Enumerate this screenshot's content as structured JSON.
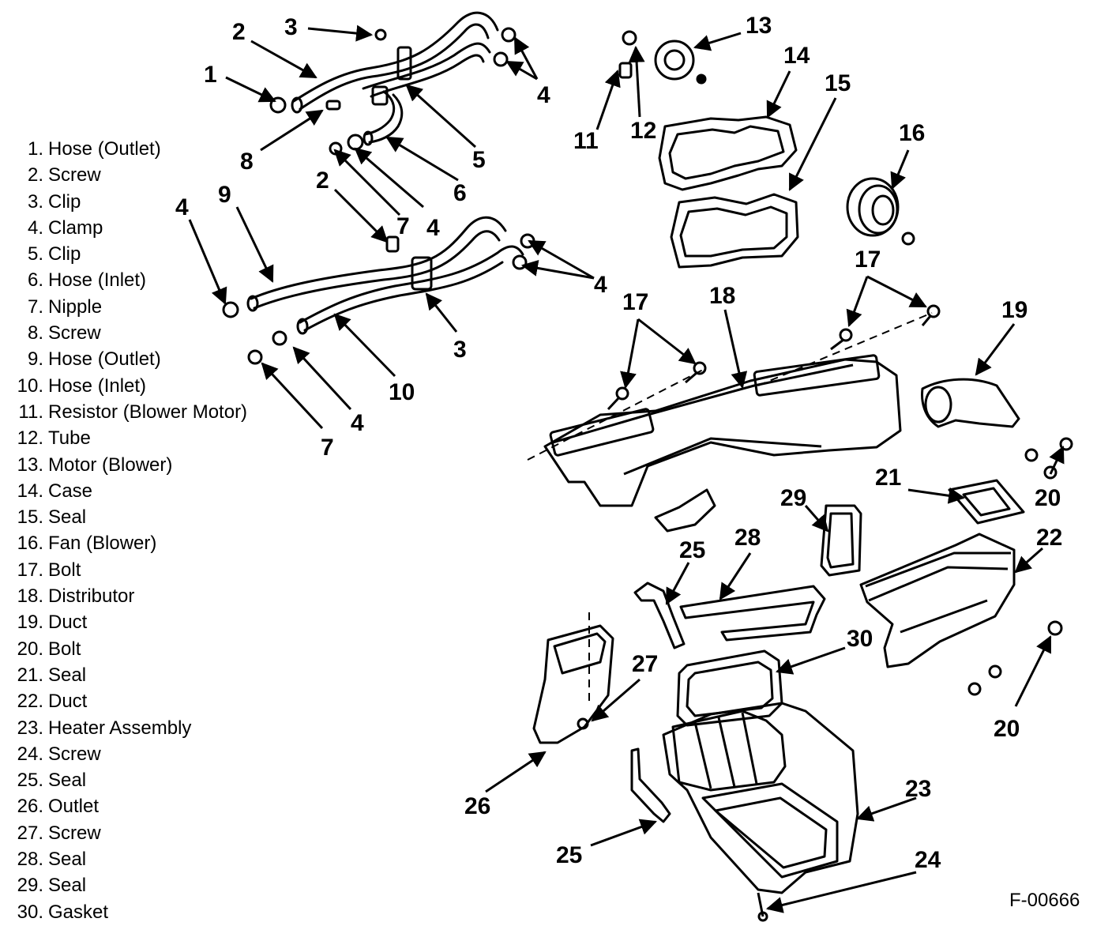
{
  "legend": [
    {
      "num": "1.",
      "text": "Hose (Outlet)"
    },
    {
      "num": "2.",
      "text": "Screw"
    },
    {
      "num": "3.",
      "text": "Clip"
    },
    {
      "num": "4.",
      "text": "Clamp"
    },
    {
      "num": "5.",
      "text": "Clip"
    },
    {
      "num": "6.",
      "text": "Hose (Inlet)"
    },
    {
      "num": "7.",
      "text": "Nipple"
    },
    {
      "num": "8.",
      "text": "Screw"
    },
    {
      "num": "9.",
      "text": "Hose (Outlet)"
    },
    {
      "num": "10.",
      "text": "Hose (Inlet)"
    },
    {
      "num": "11.",
      "text": "Resistor (Blower Motor)"
    },
    {
      "num": "12.",
      "text": "Tube"
    },
    {
      "num": "13.",
      "text": "Motor (Blower)"
    },
    {
      "num": "14.",
      "text": "Case"
    },
    {
      "num": "15.",
      "text": "Seal"
    },
    {
      "num": "16.",
      "text": "Fan (Blower)"
    },
    {
      "num": "17.",
      "text": "Bolt"
    },
    {
      "num": "18.",
      "text": "Distributor"
    },
    {
      "num": "19.",
      "text": "Duct"
    },
    {
      "num": "20.",
      "text": "Bolt"
    },
    {
      "num": "21.",
      "text": "Seal"
    },
    {
      "num": "22.",
      "text": "Duct"
    },
    {
      "num": "23.",
      "text": "Heater Assembly"
    },
    {
      "num": "24.",
      "text": "Screw"
    },
    {
      "num": "25.",
      "text": "Seal"
    },
    {
      "num": "26.",
      "text": "Outlet"
    },
    {
      "num": "27.",
      "text": "Screw"
    },
    {
      "num": "28.",
      "text": "Seal"
    },
    {
      "num": "29.",
      "text": "Seal"
    },
    {
      "num": "30.",
      "text": "Gasket"
    }
  ],
  "callouts": [
    {
      "id": "c1",
      "text": "1"
    },
    {
      "id": "c2a",
      "text": "2"
    },
    {
      "id": "c3a",
      "text": "3"
    },
    {
      "id": "c4a",
      "text": "4"
    },
    {
      "id": "c5",
      "text": "5"
    },
    {
      "id": "c6",
      "text": "6"
    },
    {
      "id": "c8",
      "text": "8"
    },
    {
      "id": "c2b",
      "text": "2"
    },
    {
      "id": "c7a",
      "text": "7"
    },
    {
      "id": "c4b",
      "text": "4"
    },
    {
      "id": "c9",
      "text": "9"
    },
    {
      "id": "c4c",
      "text": "4"
    },
    {
      "id": "c4d",
      "text": "4"
    },
    {
      "id": "c3b",
      "text": "3"
    },
    {
      "id": "c10",
      "text": "10"
    },
    {
      "id": "c4e",
      "text": "4"
    },
    {
      "id": "c7b",
      "text": "7"
    },
    {
      "id": "c11",
      "text": "11"
    },
    {
      "id": "c12",
      "text": "12"
    },
    {
      "id": "c13",
      "text": "13"
    },
    {
      "id": "c14",
      "text": "14"
    },
    {
      "id": "c15",
      "text": "15"
    },
    {
      "id": "c16",
      "text": "16"
    },
    {
      "id": "c17a",
      "text": "17"
    },
    {
      "id": "c17b",
      "text": "17"
    },
    {
      "id": "c18",
      "text": "18"
    },
    {
      "id": "c19",
      "text": "19"
    },
    {
      "id": "c20a",
      "text": "20"
    },
    {
      "id": "c21",
      "text": "21"
    },
    {
      "id": "c29",
      "text": "29"
    },
    {
      "id": "c22",
      "text": "22"
    },
    {
      "id": "c28",
      "text": "28"
    },
    {
      "id": "c25a",
      "text": "25"
    },
    {
      "id": "c30",
      "text": "30"
    },
    {
      "id": "c27",
      "text": "27"
    },
    {
      "id": "c20b",
      "text": "20"
    },
    {
      "id": "c23",
      "text": "23"
    },
    {
      "id": "c26",
      "text": "26"
    },
    {
      "id": "c25b",
      "text": "25"
    },
    {
      "id": "c24",
      "text": "24"
    }
  ],
  "figure_id": "F-00666"
}
